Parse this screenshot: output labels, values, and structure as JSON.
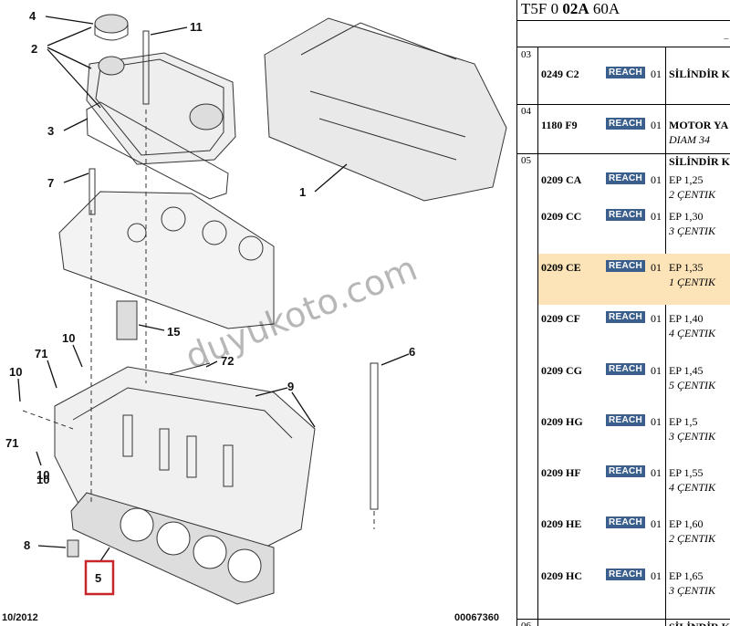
{
  "diagram": {
    "callouts": [
      "4",
      "2",
      "11",
      "3",
      "7",
      "1",
      "15",
      "10",
      "71",
      "72",
      "6",
      "10",
      "9",
      "10",
      "71",
      "10",
      "8",
      "5"
    ],
    "footer_left": "10/2012",
    "footer_right": "00067360",
    "watermark": "duyukoto.com"
  },
  "panel": {
    "ref": {
      "prefix": "T5F 0",
      "bold": "02A",
      "suffix": "60A"
    },
    "header_mark": "−",
    "groups": [
      {
        "no": "03",
        "rows": [
          {
            "code": "0249 C2",
            "badge": "REACH",
            "qty": "01",
            "desc1": "SİLİNDİR K",
            "desc2": "",
            "bold": true
          }
        ]
      },
      {
        "no": "04",
        "rows": [
          {
            "code": "1180 F9",
            "badge": "REACH",
            "qty": "01",
            "desc1": "MOTOR YA",
            "desc2": "DIAM 34",
            "bold": true
          }
        ]
      },
      {
        "no": "05",
        "rows": [
          {
            "code": "0209 CA",
            "badge": "REACH",
            "qty": "01",
            "desc1": "EP 1,25",
            "desc2": "2 ÇENTIK",
            "head": "SİLİNDİR K"
          },
          {
            "code": "0209 CC",
            "badge": "REACH",
            "qty": "01",
            "desc1": "EP 1,30",
            "desc2": "3 ÇENTIK"
          },
          {
            "code": "0209 CE",
            "badge": "REACH",
            "qty": "01",
            "desc1": "EP 1,35",
            "desc2": "1 ÇENTIK",
            "highlight": true
          },
          {
            "code": "0209 CF",
            "badge": "REACH",
            "qty": "01",
            "desc1": "EP 1,40",
            "desc2": "4 ÇENTIK"
          },
          {
            "code": "0209 CG",
            "badge": "REACH",
            "qty": "01",
            "desc1": "EP 1,45",
            "desc2": "5 ÇENTIK"
          },
          {
            "code": "0209 HG",
            "badge": "REACH",
            "qty": "01",
            "desc1": "EP 1,5",
            "desc2": "3 ÇENTIK"
          },
          {
            "code": "0209 HF",
            "badge": "REACH",
            "qty": "01",
            "desc1": "EP 1,55",
            "desc2": "4 ÇENTIK"
          },
          {
            "code": "0209 HE",
            "badge": "REACH",
            "qty": "01",
            "desc1": "EP 1,60",
            "desc2": "2 ÇENTIK"
          },
          {
            "code": "0209 HC",
            "badge": "REACH",
            "qty": "01",
            "desc1": "EP 1,65",
            "desc2": "3 ÇENTIK"
          }
        ]
      },
      {
        "no": "06",
        "rows": [
          {
            "code": "",
            "badge": "",
            "qty": "",
            "desc1": "SİLİNDİR K",
            "desc2": "",
            "bold": true
          }
        ]
      }
    ]
  }
}
